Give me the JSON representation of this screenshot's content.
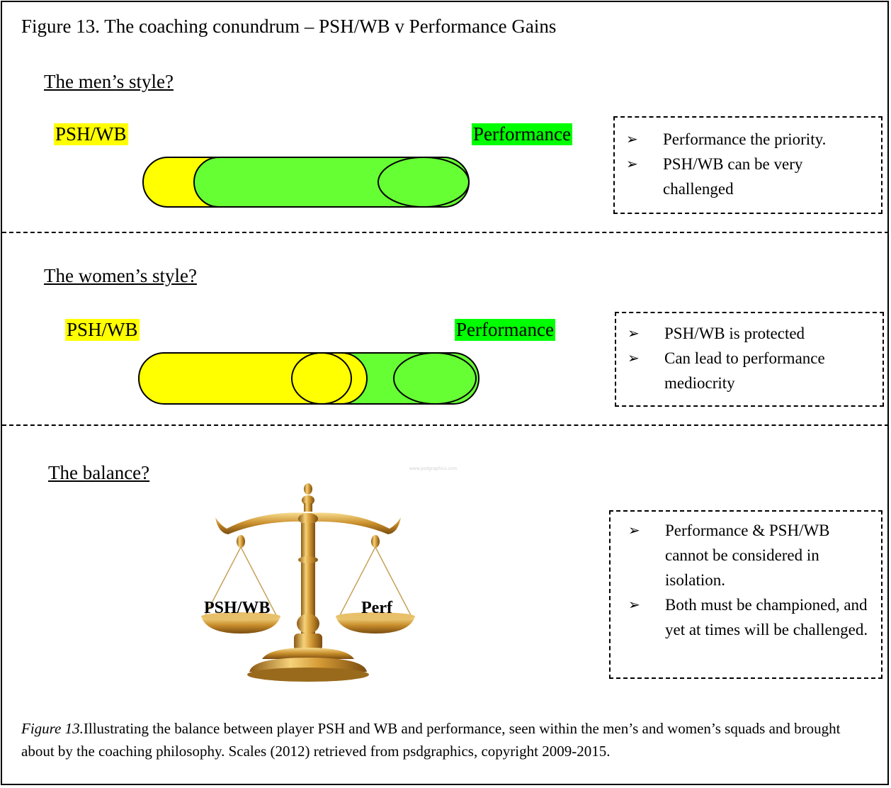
{
  "figure": {
    "title": "Figure 13. The coaching conundrum – PSH/WB v Performance Gains"
  },
  "sections": [
    {
      "heading": "The men’s style?",
      "left_label": "PSH/WB",
      "right_label": "Performance",
      "notes": [
        "Performance the priority.",
        "PSH/WB can be very challenged"
      ]
    },
    {
      "heading": "The women’s style?",
      "left_label": "PSH/WB",
      "right_label": "Performance",
      "notes": [
        "PSH/WB is protected",
        "Can lead to performance mediocrity"
      ]
    },
    {
      "heading": "The balance?",
      "left_pan_label": "PSH/WB",
      "right_pan_label": "Perf",
      "watermark": "www.psdgraphics.com",
      "notes": [
        "Performance & PSH/WB cannot be considered in isolation.",
        "Both must be championed, and yet at times will be challenged."
      ]
    }
  ],
  "caption": {
    "lead": "Figure 13.",
    "text": "Illustrating the balance between player PSH and WB and performance, seen within the men’s and women’s squads and brought about by the coaching philosophy.  Scales (2012) retrieved from psdgraphics, copyright 2009-2015."
  },
  "colors": {
    "yellow": "#ffff00",
    "green": "#66ff33",
    "highlight_green": "#00ff00",
    "gold": "#c99a2e"
  },
  "icons": {
    "bullet": "arrowhead-bullet-icon",
    "scales": "balance-scales-icon"
  }
}
